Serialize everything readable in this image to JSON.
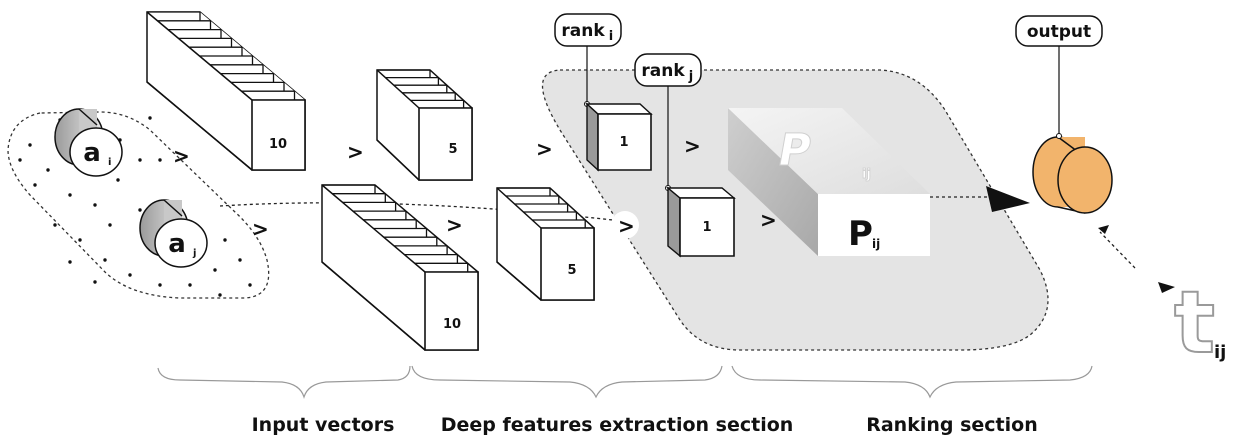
{
  "inputs": {
    "a_i": {
      "base": "a",
      "sub": "i"
    },
    "a_j": {
      "base": "a",
      "sub": "j"
    }
  },
  "blocks": {
    "input_i_size": "10",
    "input_j_size": "10",
    "deep_i_size": "5",
    "deep_j_size": "5",
    "rank_i_size": "1",
    "rank_j_size": "1"
  },
  "labels": {
    "rank_i": {
      "base": "rank",
      "sub": "i"
    },
    "rank_j": {
      "base": "rank",
      "sub": "j"
    },
    "output": "output",
    "p_front": {
      "base": "P",
      "sub": "ij"
    },
    "p_top": {
      "base": "P",
      "sub": "ij"
    },
    "target": {
      "base": "t",
      "sub": "ij"
    }
  },
  "arrow_glyph": ">",
  "sections": {
    "input": "Input vectors",
    "deep": "Deep features extraction section",
    "ranking": "Ranking section"
  },
  "colors": {
    "ranking_region": "#e4e4e4",
    "output_node": "#f2b46c",
    "input_node": "#cfcfcf",
    "block_face": "#ffffff",
    "block_side": "#d4d4d4"
  }
}
